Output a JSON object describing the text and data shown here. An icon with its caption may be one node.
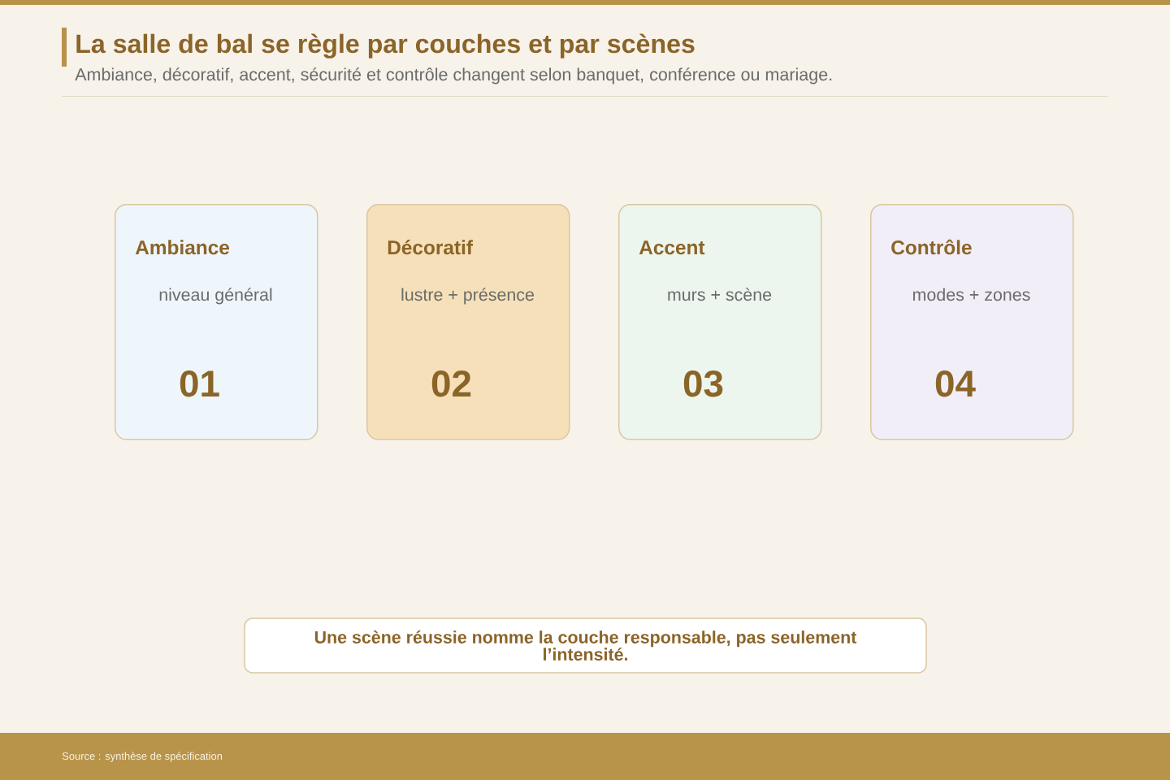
{
  "diagram": {
    "title": "La salle de bal se règle par couches et par scènes",
    "nodes": [
      {
        "text": [
          "Ambiance",
          "niveau général",
          "01"
        ]
      },
      {
        "text": [
          "Décoratif",
          "lustre + présence",
          "02"
        ]
      },
      {
        "text": [
          "Accent",
          "murs + scène",
          "03"
        ]
      },
      {
        "text": [
          "Contrôle",
          "modes + zones",
          "04"
        ]
      },
      {
        "text": [
          "Une scène réussie nomme la couche responsable, pas seulement l’intensité."
        ]
      }
    ],
    "labels": [
      "Ambiance, décoratif, accent, sécurité et contrôle changent selon banquet, conférence ou mariage.",
      "Source : synthèse de spécification"
    ]
  }
}
